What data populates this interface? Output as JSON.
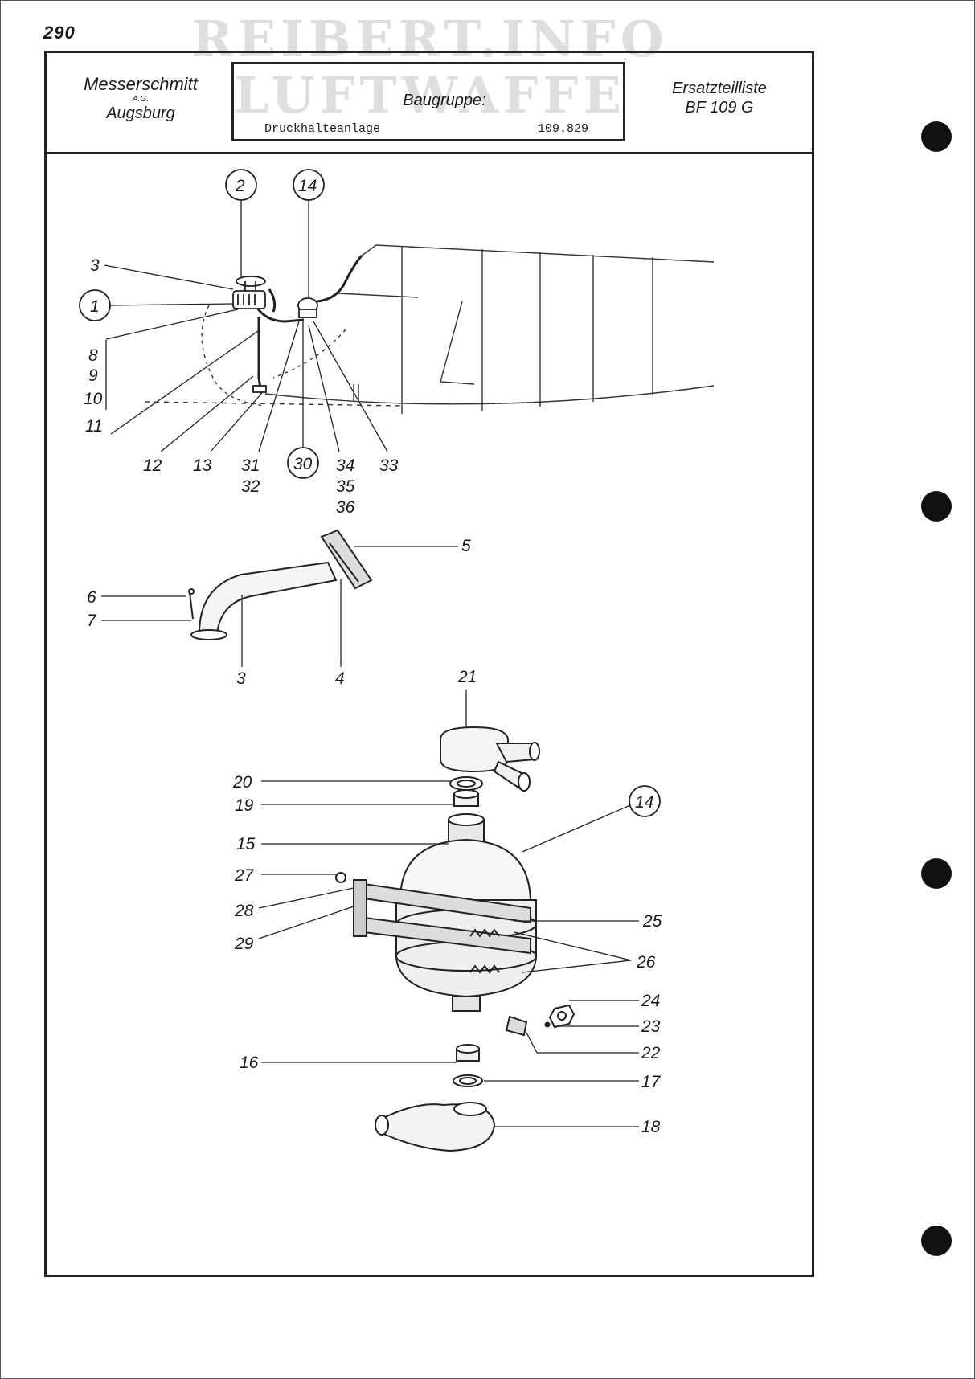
{
  "page_number": "290",
  "watermark": {
    "line1": "REIBERT.INFO",
    "line2": "LUFTWAFFE"
  },
  "header": {
    "company_name": "Messerschmitt",
    "company_suffix": "A.G.",
    "company_city": "Augsburg",
    "group_label": "Baugruppe:",
    "group_value": "Druckhalteanlage",
    "group_number": "109.829",
    "catalog_line1": "Ersatzteilliste",
    "catalog_line2": "BF 109 G"
  },
  "callouts": {
    "c1": "1",
    "c2": "2",
    "c3": "3",
    "c4": "4",
    "c5": "5",
    "c6": "6",
    "c7": "7",
    "c8": "8",
    "c9": "9",
    "c10": "10",
    "c11": "11",
    "c12": "12",
    "c13": "13",
    "c14": "14",
    "c15": "15",
    "c16": "16",
    "c17": "17",
    "c18": "18",
    "c19": "19",
    "c20": "20",
    "c21": "21",
    "c22": "22",
    "c23": "23",
    "c24": "24",
    "c25": "25",
    "c26": "26",
    "c27": "27",
    "c28": "28",
    "c29": "29",
    "c30": "30",
    "c31": "31",
    "c32": "32",
    "c33": "33",
    "c34": "34",
    "c35": "35",
    "c36": "36"
  },
  "icons": [
    "binder-hole-icon"
  ]
}
